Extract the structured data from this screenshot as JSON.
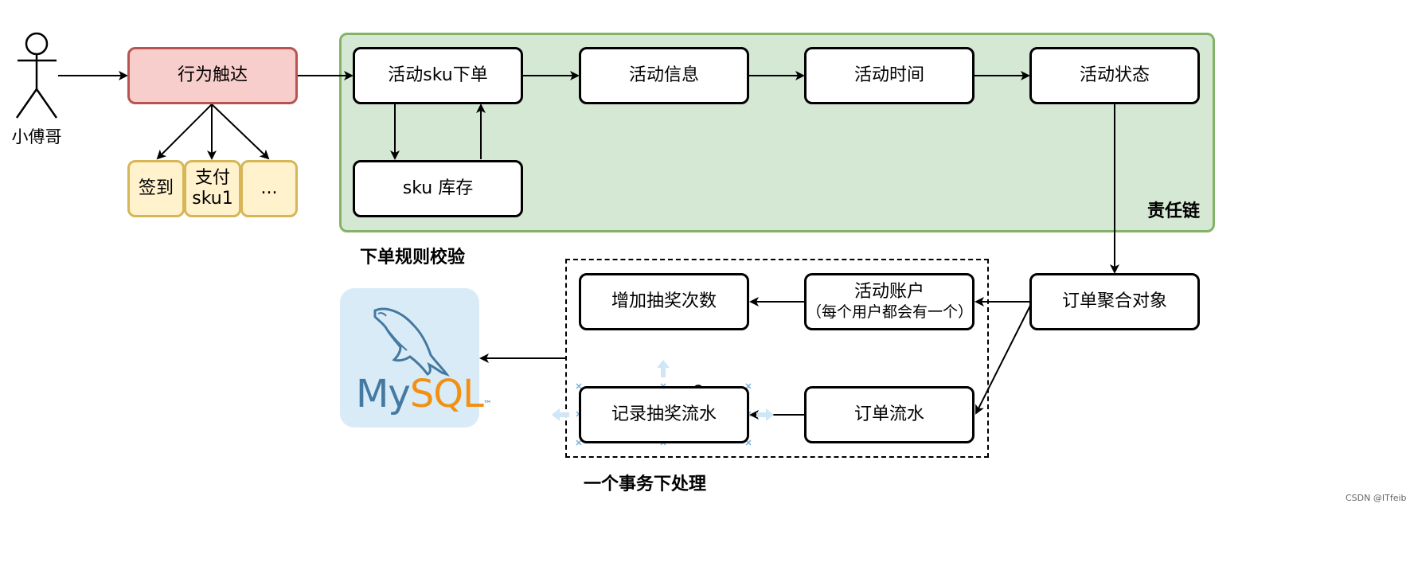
{
  "actor": {
    "label": "小傅哥"
  },
  "nodes": {
    "behavior": "行为触达",
    "signin": "签到",
    "pay_line1": "支付",
    "pay_line2": "sku1",
    "more": "...",
    "sku_order": "活动sku下单",
    "sku_stock": "sku 库存",
    "activity_info": "活动信息",
    "activity_time": "活动时间",
    "activity_state": "活动状态",
    "order_aggregate": "订单聚合对象",
    "activity_account_line1": "活动账户",
    "activity_account_line2": "（每个用户都会有一个）",
    "add_draw_count": "增加抽奖次数",
    "order_flow": "订单流水",
    "record_draw_flow": "记录抽奖流水"
  },
  "groups": {
    "chain_label": "责任链",
    "rule_label": "下单规则校验",
    "transaction_label": "一个事务下处理"
  },
  "logo": {
    "my": "My",
    "sql": "SQL",
    "tm": "™"
  },
  "watermark": "CSDN @ITfeib",
  "colors": {
    "green_fill": "#d5e8d4",
    "green_border": "#82b366",
    "red_fill": "#f8cecc",
    "red_border": "#b85450",
    "yellow_fill": "#fff2cc",
    "yellow_border": "#d6b656",
    "mysql_blue": "#4479a1",
    "mysql_orange": "#f29111",
    "mysql_card": "#daebf8"
  }
}
